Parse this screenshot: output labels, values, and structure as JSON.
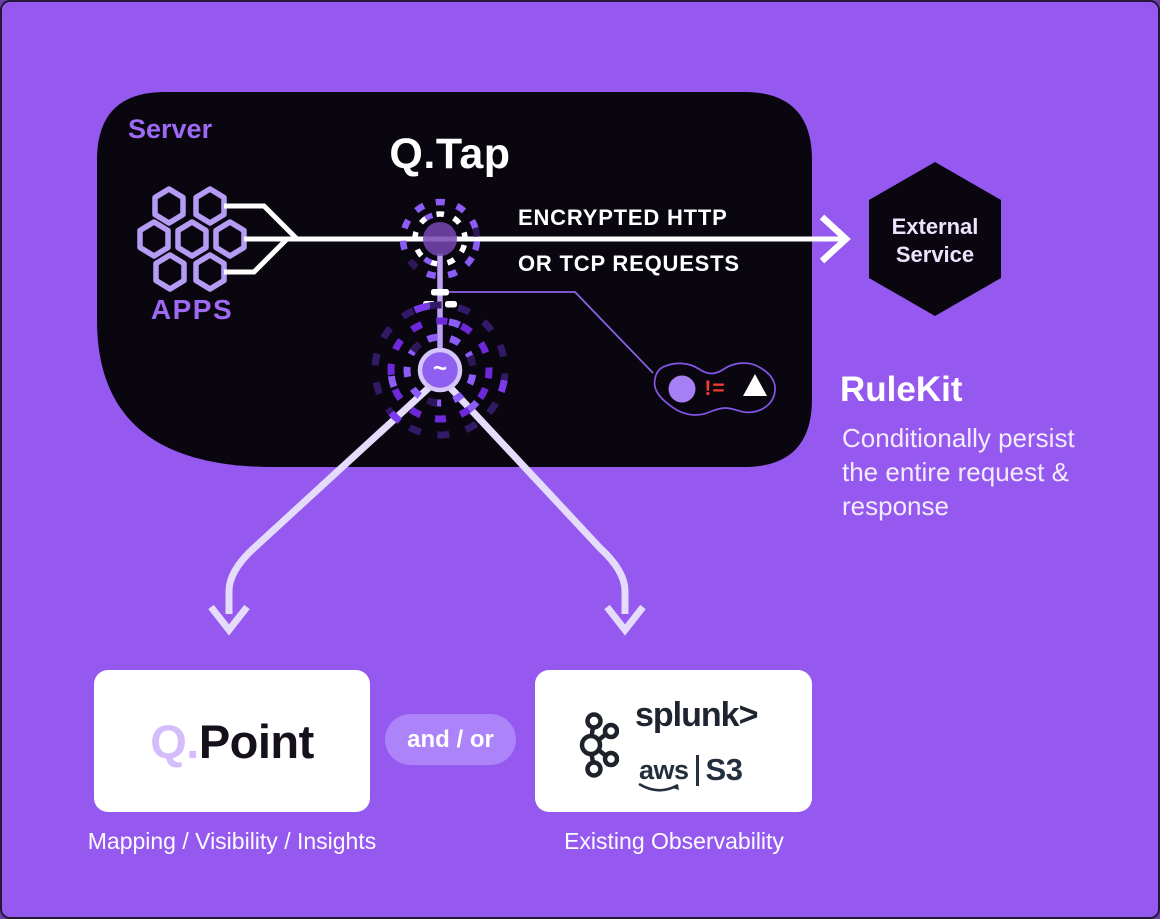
{
  "colors": {
    "background": "#9659EF",
    "panel_black": "#0A0610",
    "accent_purple": "#8B5CF6",
    "lavender": "#D5BCFB",
    "arrow_light": "#E5DBFA",
    "alert_red": "#F23B2D",
    "card_white": "#FFFFFF"
  },
  "server_panel": {
    "label": "Server",
    "apps_label": "APPS",
    "qtap_title": "Q.Tap",
    "protocol_line1": "ENCRYPTED HTTP",
    "protocol_line2": "OR TCP REQUESTS",
    "tap_symbol": "~"
  },
  "external_service": {
    "line1": "External",
    "line2": "Service"
  },
  "rulekit": {
    "title": "RuleKit",
    "description": "Conditionally persist the entire request & response",
    "condition_symbol": "!="
  },
  "qpoint": {
    "brand_prefix": "Q.",
    "brand_suffix": "Point",
    "caption": "Mapping / Visibility / Insights"
  },
  "connector": {
    "label": "and / or"
  },
  "observability": {
    "splunk_label": "splunk>",
    "aws_label": "aws",
    "s3_label": "S3",
    "caption": "Existing Observability"
  }
}
